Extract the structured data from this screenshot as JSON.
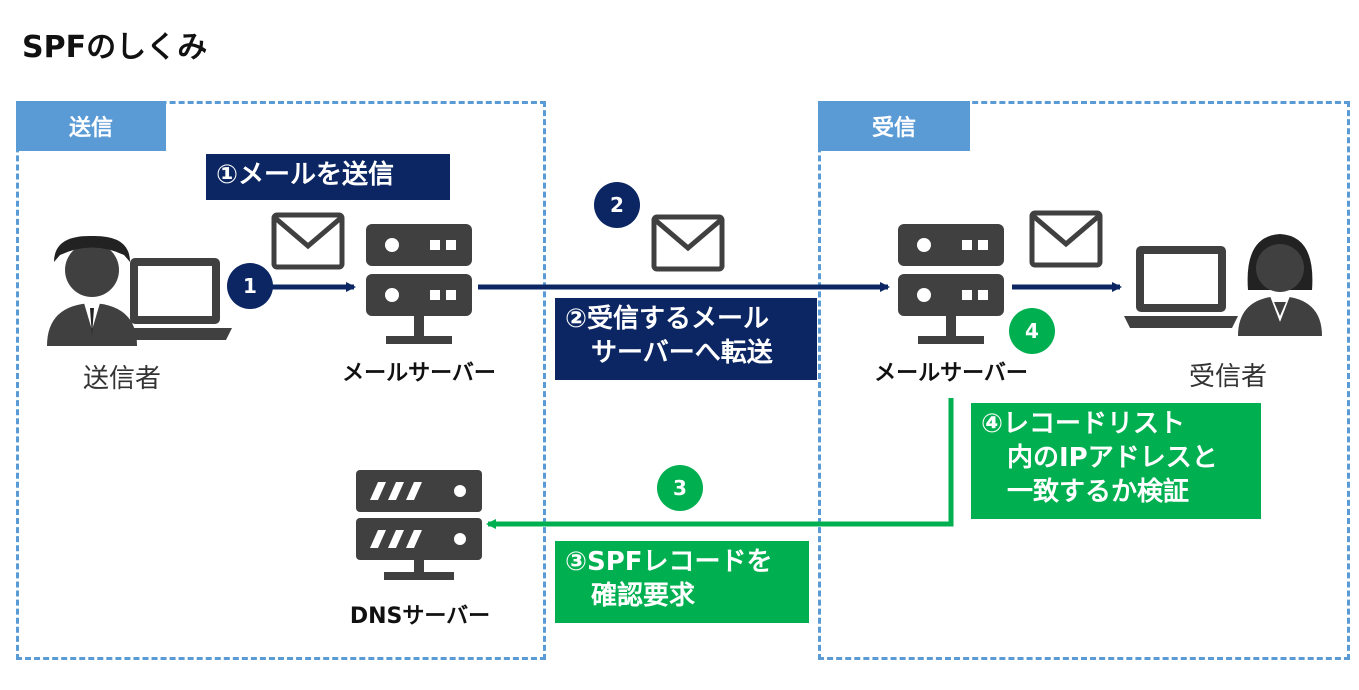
{
  "title": "SPFのしくみ",
  "zones": {
    "send": {
      "label": "送信"
    },
    "receive": {
      "label": "受信"
    }
  },
  "steps": [
    {
      "num": "1",
      "text": "①メールを送信",
      "color": "#0b2663"
    },
    {
      "num": "2",
      "text": "②受信するメール\n　サーバーへ転送",
      "color": "#0b2663"
    },
    {
      "num": "3",
      "text": "③SPFレコードを\n　確認要求",
      "color": "#00b050"
    },
    {
      "num": "4",
      "text": "④レコードリスト\n　内のIPアドレスと\n　一致するか検証",
      "color": "#00b050"
    }
  ],
  "nodes": {
    "sender": {
      "label": "送信者"
    },
    "send_server": {
      "label": "メールサーバー"
    },
    "recv_server": {
      "label": "メールサーバー"
    },
    "dns_server": {
      "label": "DNSサーバー"
    },
    "receiver": {
      "label": "受信者"
    }
  },
  "colors": {
    "navy": "#0b2663",
    "green": "#00b050",
    "zone": "#5b9bd5",
    "icon": "#404040"
  }
}
